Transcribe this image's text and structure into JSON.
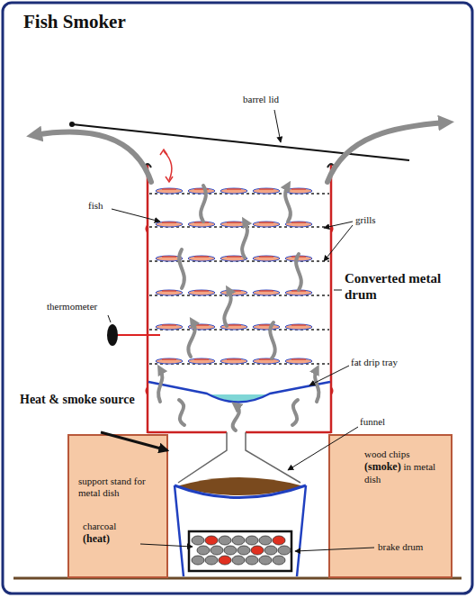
{
  "diagram": {
    "title": "Fish Smoker",
    "nodes": [
      {
        "text": [
          "support stand for metal dish"
        ]
      },
      {
        "text": [
          "wood chips (smoke) in metal dish"
        ]
      }
    ],
    "labels": [
      "barrel lid",
      "fish",
      "grills",
      "thermometer",
      "Converted metal drum",
      "fat drip tray",
      "Heat & smoke source",
      "funnel",
      "charcoal (heat)",
      "brake drum"
    ]
  }
}
